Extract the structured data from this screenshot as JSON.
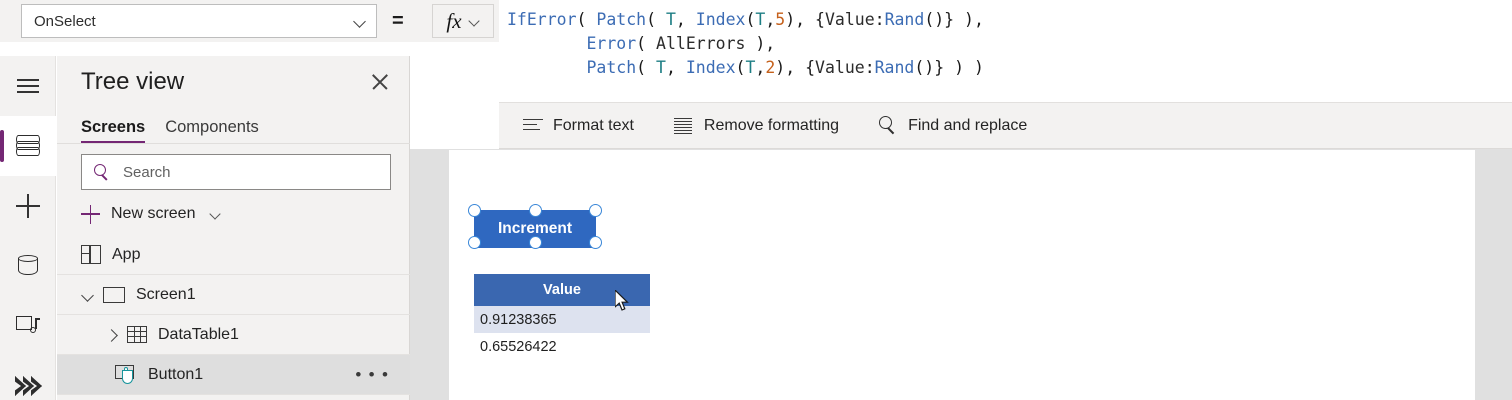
{
  "formula_bar": {
    "property_select": {
      "value": "OnSelect",
      "chevron_icon": "chevron-down-icon"
    },
    "equals": "=",
    "fx_button": {
      "glyph": "fx",
      "chevron_icon": "chevron-down-icon"
    },
    "code_lines": [
      [
        {
          "t": "IfError",
          "c": "fn"
        },
        {
          "t": "( ",
          "c": "pl"
        },
        {
          "t": "Patch",
          "c": "fn"
        },
        {
          "t": "( ",
          "c": "pl"
        },
        {
          "t": "T",
          "c": "tbl"
        },
        {
          "t": ", ",
          "c": "pl"
        },
        {
          "t": "Index",
          "c": "fn"
        },
        {
          "t": "(",
          "c": "pl"
        },
        {
          "t": "T",
          "c": "tbl"
        },
        {
          "t": ",",
          "c": "pl"
        },
        {
          "t": "5",
          "c": "num"
        },
        {
          "t": "), {",
          "c": "pl"
        },
        {
          "t": "Value",
          "c": "txt"
        },
        {
          "t": ":",
          "c": "pl"
        },
        {
          "t": "Rand",
          "c": "fn"
        },
        {
          "t": "()} ),",
          "c": "pl"
        }
      ],
      [
        {
          "t": "        ",
          "c": "pl"
        },
        {
          "t": "Error",
          "c": "fn"
        },
        {
          "t": "( ",
          "c": "pl"
        },
        {
          "t": "AllErrors",
          "c": "txt"
        },
        {
          "t": " ),",
          "c": "pl"
        }
      ],
      [
        {
          "t": "        ",
          "c": "pl"
        },
        {
          "t": "Patch",
          "c": "fn"
        },
        {
          "t": "( ",
          "c": "pl"
        },
        {
          "t": "T",
          "c": "tbl"
        },
        {
          "t": ", ",
          "c": "pl"
        },
        {
          "t": "Index",
          "c": "fn"
        },
        {
          "t": "(",
          "c": "pl"
        },
        {
          "t": "T",
          "c": "tbl"
        },
        {
          "t": ",",
          "c": "pl"
        },
        {
          "t": "2",
          "c": "num"
        },
        {
          "t": "), {",
          "c": "pl"
        },
        {
          "t": "Value",
          "c": "txt"
        },
        {
          "t": ":",
          "c": "pl"
        },
        {
          "t": "Rand",
          "c": "fn"
        },
        {
          "t": "()} ) )",
          "c": "pl"
        }
      ]
    ],
    "plain_text": "IfError( Patch( T, Index(T,5), {Value:Rand()} ),\n        Error( AllErrors ),\n        Patch( T, Index(T,2), {Value:Rand()} ) )",
    "toolbar": [
      {
        "label": "Format text",
        "icon": "format-text-icon"
      },
      {
        "label": "Remove formatting",
        "icon": "remove-formatting-icon"
      },
      {
        "label": "Find and replace",
        "icon": "search-icon"
      }
    ]
  },
  "rail": {
    "items": [
      {
        "icon": "hamburger-menu-icon",
        "active": false
      },
      {
        "icon": "layers-tree-view-icon",
        "active": true
      },
      {
        "icon": "plus-insert-icon",
        "active": false
      },
      {
        "icon": "database-data-icon",
        "active": false
      },
      {
        "icon": "media-icon",
        "active": false
      },
      {
        "icon": "power-automate-flow-icon",
        "active": false
      }
    ],
    "accent_color": "#742774"
  },
  "tree_view": {
    "title": "Tree view",
    "close_icon": "close-icon",
    "tabs": [
      {
        "label": "Screens",
        "active": true
      },
      {
        "label": "Components",
        "active": false
      }
    ],
    "search": {
      "placeholder": "Search",
      "value": "",
      "icon": "search-icon"
    },
    "new_screen": {
      "label": "New screen",
      "plus_icon": "plus-icon",
      "chevron_icon": "chevron-down-icon"
    },
    "items": [
      {
        "label": "App",
        "icon": "app-icon",
        "indent": 0,
        "caret": "none",
        "selected": false,
        "has_menu": false
      },
      {
        "label": "Screen1",
        "icon": "screen-icon",
        "indent": 0,
        "caret": "down",
        "selected": false,
        "has_menu": false
      },
      {
        "label": "DataTable1",
        "icon": "table-icon",
        "indent": 1,
        "caret": "right",
        "selected": false,
        "has_menu": false
      },
      {
        "label": "Button1",
        "icon": "button-icon",
        "indent": 1,
        "caret": "none",
        "selected": true,
        "has_menu": true,
        "menu_label": "• • •"
      }
    ]
  },
  "canvas": {
    "button": {
      "label": "Increment",
      "color": "#2f68c0",
      "selected": true,
      "handle_count": 6
    },
    "datatable": {
      "header": "Value",
      "header_color": "#3a67b0",
      "rows": [
        {
          "value": "0.91238365",
          "highlighted": true
        },
        {
          "value": "0.65526422",
          "highlighted": false
        }
      ]
    },
    "cursor_icon": "mouse-pointer-icon"
  }
}
